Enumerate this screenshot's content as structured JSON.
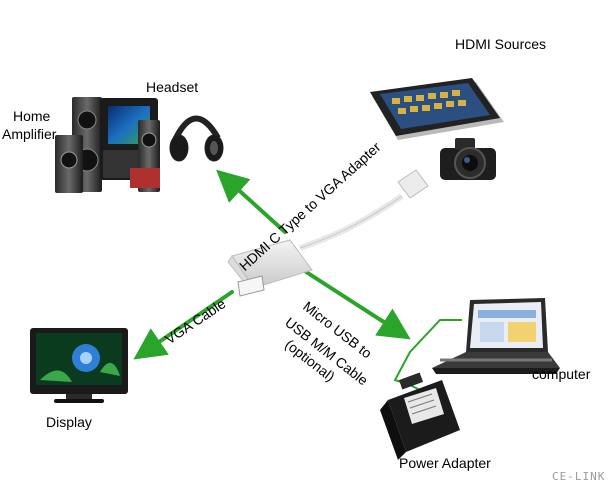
{
  "labels": {
    "hdmi_sources": "HDMI Sources",
    "headset": "Headset",
    "home_amplifier_line1": "Home",
    "home_amplifier_line2": "Amplifier",
    "adapter": "HDMI C Type to VGA Adapter",
    "vga_cable": "VGA Cable",
    "micro_usb_line1": "Micro USB to",
    "micro_usb_line2": "USB M/M Cable",
    "micro_usb_line3": "(optional)",
    "display": "Display",
    "computer": "computer",
    "power_adapter": "Power Adapter",
    "watermark": "CE-LINK"
  },
  "colors": {
    "arrow": "#2aa52a",
    "connector_line": "#2aa52a",
    "text": "#000000",
    "watermark": "#9a9a9a"
  },
  "icons": [
    "home-amplifier-icon",
    "headset-icon",
    "tablet-icon",
    "camera-icon",
    "adapter-icon",
    "display-icon",
    "laptop-icon",
    "power-adapter-icon"
  ]
}
